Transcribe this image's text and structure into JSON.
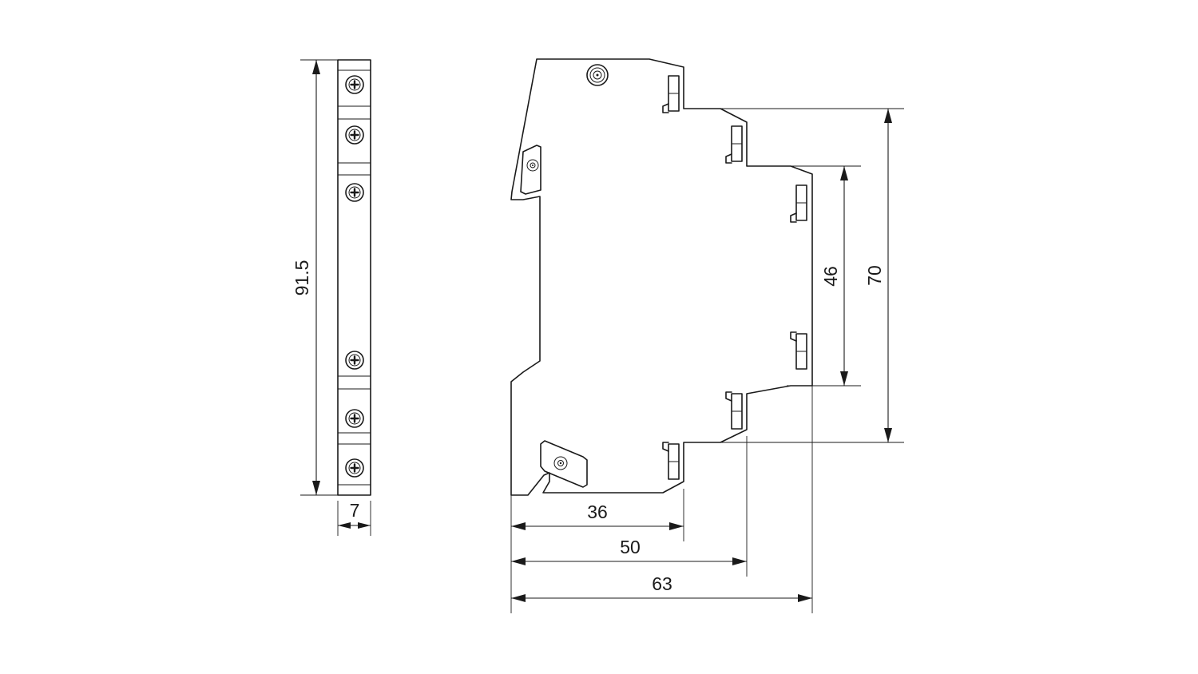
{
  "dimensions": {
    "height": "91.5",
    "width": "7",
    "depth_front": "36",
    "depth_mid": "50",
    "depth_total": "63",
    "height_inner": "46",
    "height_outer": "70"
  },
  "colors": {
    "line": "#1a1a1a",
    "background": "#ffffff"
  }
}
